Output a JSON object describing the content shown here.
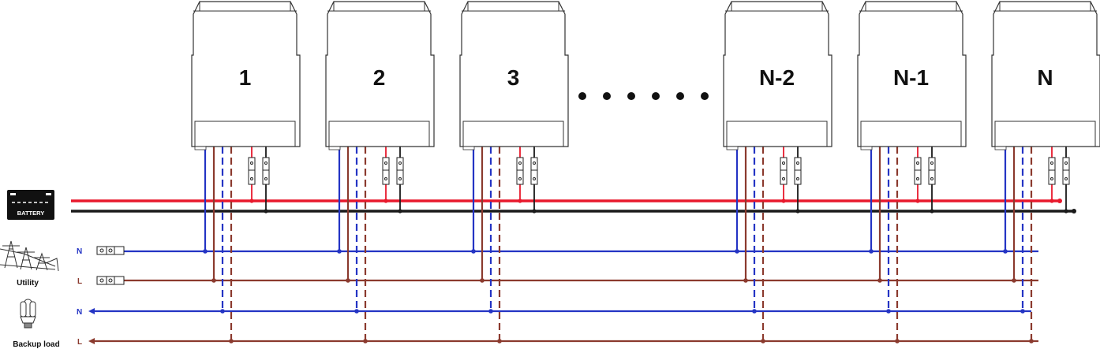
{
  "units": [
    {
      "label": "1"
    },
    {
      "label": "2"
    },
    {
      "label": "3"
    },
    {
      "label": "N-2"
    },
    {
      "label": "N-1"
    },
    {
      "label": "N"
    }
  ],
  "ellipsis_dots": 6,
  "battery": {
    "label": "BATTERY"
  },
  "utility": {
    "label": "Utility",
    "n_label": "N",
    "l_label": "L"
  },
  "backup_load": {
    "label": "Backup load",
    "n_label": "N",
    "l_label": "L"
  },
  "colors": {
    "positive": "#e8192c",
    "negative": "#1a1a1a",
    "neutral": "#2434c4",
    "live": "#8b3a2e"
  }
}
